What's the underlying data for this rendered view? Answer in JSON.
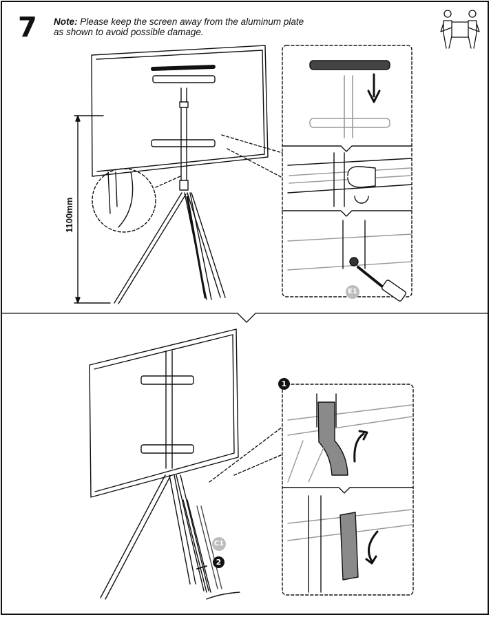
{
  "step": {
    "number": "7"
  },
  "note": {
    "label": "Note:",
    "text": "Please keep the screen away from the aluminum plate",
    "text_line2": "as shown to avoid possible damage."
  },
  "dimension": {
    "height_label": "1100mm"
  },
  "callouts": {
    "e1": "E1",
    "c1": "C1",
    "num1": "1",
    "num2": "2"
  },
  "colors": {
    "ink": "#111111",
    "tape": "#8a8a8a",
    "badge": "#bdbdbd",
    "bg": "#ffffff"
  }
}
